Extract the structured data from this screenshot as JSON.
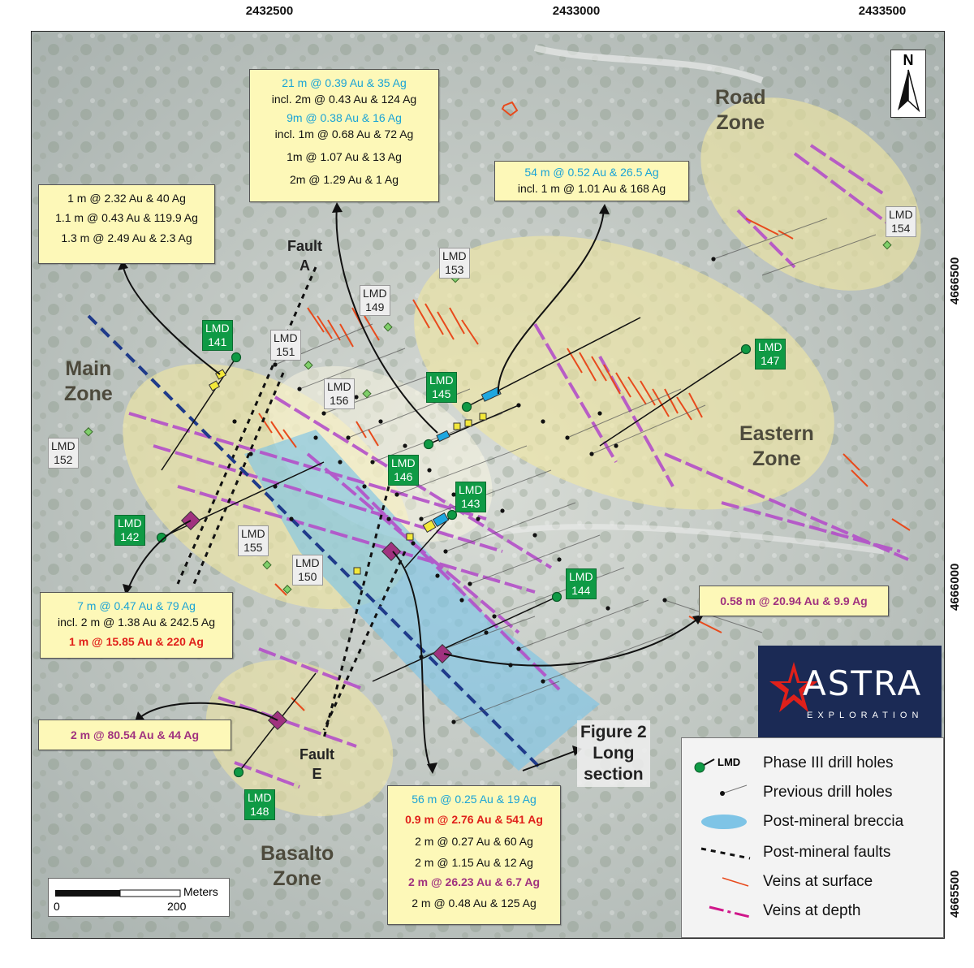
{
  "coords": {
    "easting": [
      "2432500",
      "2433000",
      "2433500"
    ],
    "northing": [
      "4666500",
      "4666000",
      "4665500"
    ]
  },
  "north": "N",
  "zones": {
    "main": [
      "Main",
      "Zone"
    ],
    "road": [
      "Road",
      "Zone"
    ],
    "eastern": [
      "Eastern",
      "Zone"
    ],
    "basalto": [
      "Basalto",
      "Zone"
    ]
  },
  "faults": {
    "a": [
      "Fault",
      "A"
    ],
    "e": [
      "Fault",
      "E"
    ]
  },
  "figure2": [
    "Figure 2",
    "Long",
    "section"
  ],
  "drill_labels": {
    "phase3": [
      {
        "id": "141",
        "text": [
          "LMD",
          "141"
        ]
      },
      {
        "id": "145",
        "text": [
          "LMD",
          "145"
        ]
      },
      {
        "id": "147",
        "text": [
          "LMD",
          "147"
        ]
      },
      {
        "id": "146",
        "text": [
          "LMD",
          "146"
        ]
      },
      {
        "id": "143",
        "text": [
          "LMD",
          "143"
        ]
      },
      {
        "id": "142",
        "text": [
          "LMD",
          "142"
        ]
      },
      {
        "id": "144",
        "text": [
          "LMD",
          "144"
        ]
      },
      {
        "id": "148",
        "text": [
          "LMD",
          "148"
        ]
      }
    ],
    "other": [
      {
        "id": "153",
        "text": [
          "LMD",
          "153"
        ]
      },
      {
        "id": "149",
        "text": [
          "LMD",
          "149"
        ]
      },
      {
        "id": "151",
        "text": [
          "LMD",
          "151"
        ]
      },
      {
        "id": "156",
        "text": [
          "LMD",
          "156"
        ]
      },
      {
        "id": "152",
        "text": [
          "LMD",
          "152"
        ]
      },
      {
        "id": "155",
        "text": [
          "LMD",
          "155"
        ]
      },
      {
        "id": "150",
        "text": [
          "LMD",
          "150"
        ]
      },
      {
        "id": "154",
        "text": [
          "LMD",
          "154"
        ]
      }
    ]
  },
  "callouts": {
    "top_left": [
      "1 m @ 2.32 Au & 40 Ag",
      "1.1 m @ 0.43 Au & 119.9 Ag",
      "1.3 m @ 2.49 Au & 2.3 Ag"
    ],
    "top_center": [
      "21 m @ 0.39 Au & 35 Ag",
      "incl. 2m @ 0.43 Au & 124 Ag",
      "9m @ 0.38 Au & 16 Ag",
      "incl. 1m @ 0.68 Au & 72 Ag",
      "1m @ 1.07 Au & 13 Ag",
      "2m @ 1.29 Au & 1 Ag"
    ],
    "top_right": [
      "54 m @ 0.52 Au & 26.5 Ag",
      "incl. 1 m @ 1.01 Au & 168 Ag"
    ],
    "mid_left": [
      "7 m @ 0.47 Au & 79 Ag",
      "incl. 2 m @ 1.38 Au & 242.5 Ag",
      "1 m @ 15.85 Au & 220 Ag"
    ],
    "mid_right": [
      "0.58 m @ 20.94 Au & 9.9 Ag"
    ],
    "bottom_left": [
      "2 m @ 80.54 Au & 44 Ag"
    ],
    "bottom_center": [
      "56 m @ 0.25 Au & 19 Ag",
      "0.9 m @ 2.76 Au & 541 Ag",
      "2 m @ 0.27 Au & 60 Ag",
      "2 m @ 1.15 Au & 12 Ag",
      "2 m @ 26.23 Au & 6.7 Ag",
      "2 m @ 0.48 Au & 125 Ag"
    ]
  },
  "legend": {
    "lmd_symbol_text": "LMD",
    "items": [
      "Phase III drill holes",
      "Previous drill holes",
      "Post-mineral breccia",
      "Post-mineral faults",
      "Veins at surface",
      "Veins at depth"
    ]
  },
  "scale": {
    "unit": "Meters",
    "start": "0",
    "end": "200"
  },
  "logo": {
    "name": "ASTRA",
    "sub": "EXPLORATION"
  },
  "colors": {
    "callout_bg": "#fdf8b8",
    "cyan_text": "#1aa3d6",
    "red_text": "#e0201a",
    "purple_text": "#a0327f",
    "phase3_label": "#0f9a45",
    "vein_surface": "#e84a1c",
    "vein_depth": "#b44fc9",
    "breccia": "#7ec4e6",
    "zone_fill": "#f2e7a0",
    "logo_bg": "#1b2a55"
  }
}
